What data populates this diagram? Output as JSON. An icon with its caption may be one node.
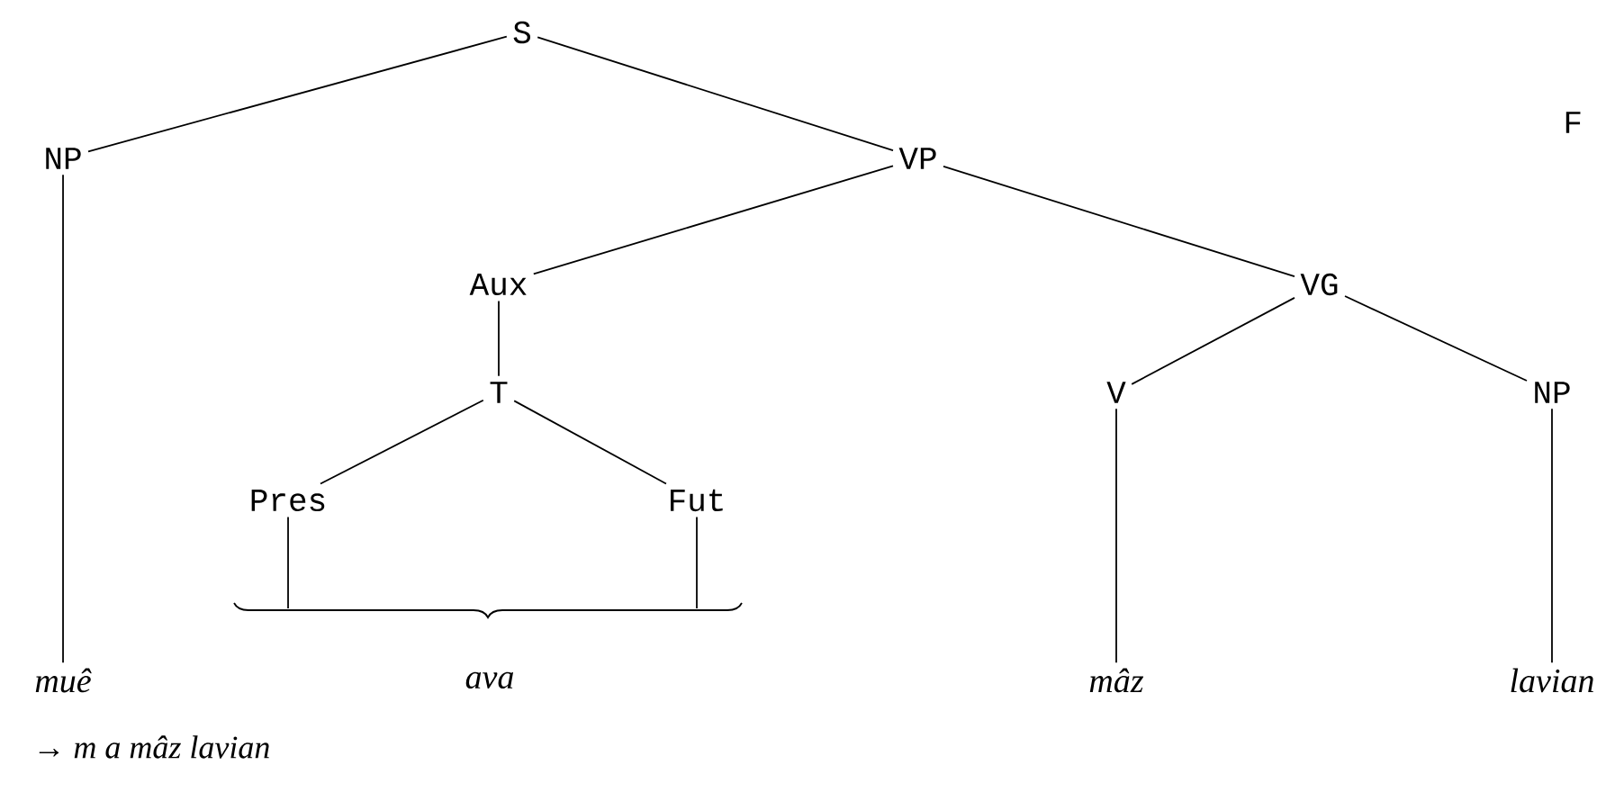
{
  "diagram": {
    "nodes": [
      {
        "text": [
          "S"
        ]
      },
      {
        "text": [
          "NP"
        ]
      },
      {
        "text": [
          "VP"
        ]
      },
      {
        "text": [
          "Aux"
        ]
      },
      {
        "text": [
          "VG"
        ]
      },
      {
        "text": [
          "T"
        ]
      },
      {
        "text": [
          "V"
        ]
      },
      {
        "text": [
          "NP"
        ]
      },
      {
        "text": [
          "Pres"
        ]
      },
      {
        "text": [
          "Fut"
        ]
      },
      {
        "text": [
          "muê"
        ]
      },
      {
        "text": [
          "ava"
        ]
      },
      {
        "text": [
          "mâz"
        ]
      },
      {
        "text": [
          "lavian"
        ]
      }
    ],
    "edges": [
      {
        "from": 0,
        "to": 1,
        "arrow": "none"
      },
      {
        "from": 0,
        "to": 2,
        "arrow": "none"
      },
      {
        "from": 2,
        "to": 3,
        "arrow": "none"
      },
      {
        "from": 2,
        "to": 4,
        "arrow": "none"
      },
      {
        "from": 3,
        "to": 5,
        "arrow": "none"
      },
      {
        "from": 5,
        "to": 8,
        "arrow": "none"
      },
      {
        "from": 5,
        "to": 9,
        "arrow": "none"
      },
      {
        "from": 4,
        "to": 6,
        "arrow": "none"
      },
      {
        "from": 4,
        "to": 7,
        "arrow": "none"
      },
      {
        "from": 1,
        "to": 10,
        "arrow": "none"
      },
      {
        "from": 8,
        "to": 11,
        "arrow": "none"
      },
      {
        "from": 9,
        "to": 11,
        "arrow": "none"
      },
      {
        "from": 6,
        "to": 12,
        "arrow": "none"
      },
      {
        "from": 7,
        "to": 13,
        "arrow": "none"
      }
    ],
    "labels": [
      "F",
      "→ *m a mâz lavian*"
    ]
  }
}
